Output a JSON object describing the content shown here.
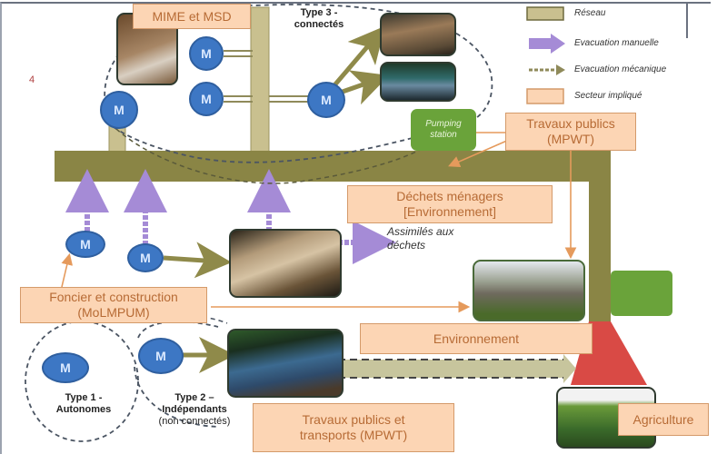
{
  "diagram": {
    "title": "Filière de gestion des boues de vidange",
    "page_marker": "4",
    "colors": {
      "network": "#8a8545",
      "network_light": "#c9c08f",
      "manual_evac": "#a58bd6",
      "mech_evac": "#8f8a5a",
      "sector_fill": "#fcd5b4",
      "sector_border": "#d49a6a",
      "m_node": "#3d77c4",
      "pumping_station": "#6aa33a",
      "treatment_red": "#d94a45",
      "outlet_green": "#6aa33a"
    }
  },
  "legend": {
    "items": [
      {
        "key": "network",
        "label": "Réseau"
      },
      {
        "key": "manual",
        "label": "Evacuation manuelle"
      },
      {
        "key": "mechanical",
        "label": "Evacuation mécanique"
      },
      {
        "key": "sector",
        "label": "Secteur impliqué"
      }
    ]
  },
  "nodes": {
    "m_label": "M",
    "pumping_station": "Pumping station"
  },
  "types": {
    "type1": {
      "line1": "Type 1 -",
      "line2": "Autonomes"
    },
    "type2": {
      "line1": "Type 2 –",
      "line2": "Indépendants",
      "line3": "(non connectés)"
    },
    "type3": {
      "line1": "Type 3 -",
      "line2": "connectés"
    }
  },
  "sectors": {
    "mime_mmsd": "MIME et MSD",
    "travaux_publics_top": {
      "line1": "Travaux publics",
      "line2": "(MPWT)"
    },
    "dechets_menagers": {
      "line1": "Déchets ménagers",
      "line2": "[Environnement]"
    },
    "foncier": {
      "line1": "Foncier et construction",
      "line2": "(MoLMPUM)"
    },
    "environnement": "Environnement",
    "travaux_transports": {
      "line1": "Travaux publics et",
      "line2": "transports (MPWT)"
    },
    "agriculture": "Agriculture"
  },
  "notes": {
    "assimiles": {
      "line1": "Assimilés aux",
      "line2": "déchets"
    }
  },
  "photos": [
    {
      "name": "septic-tank-photo",
      "desc": "septic tank"
    },
    {
      "name": "sewer-works-photo",
      "desc": "sewer works"
    },
    {
      "name": "treatment-pond-photo",
      "desc": "treatment"
    },
    {
      "name": "manual-emptying-photo",
      "desc": "manual emptying"
    },
    {
      "name": "treatment-plant-photo",
      "desc": "treatment plant"
    },
    {
      "name": "vacuum-truck-photo",
      "desc": "vacuum truck"
    },
    {
      "name": "agriculture-field-photo",
      "desc": "agriculture field"
    }
  ]
}
